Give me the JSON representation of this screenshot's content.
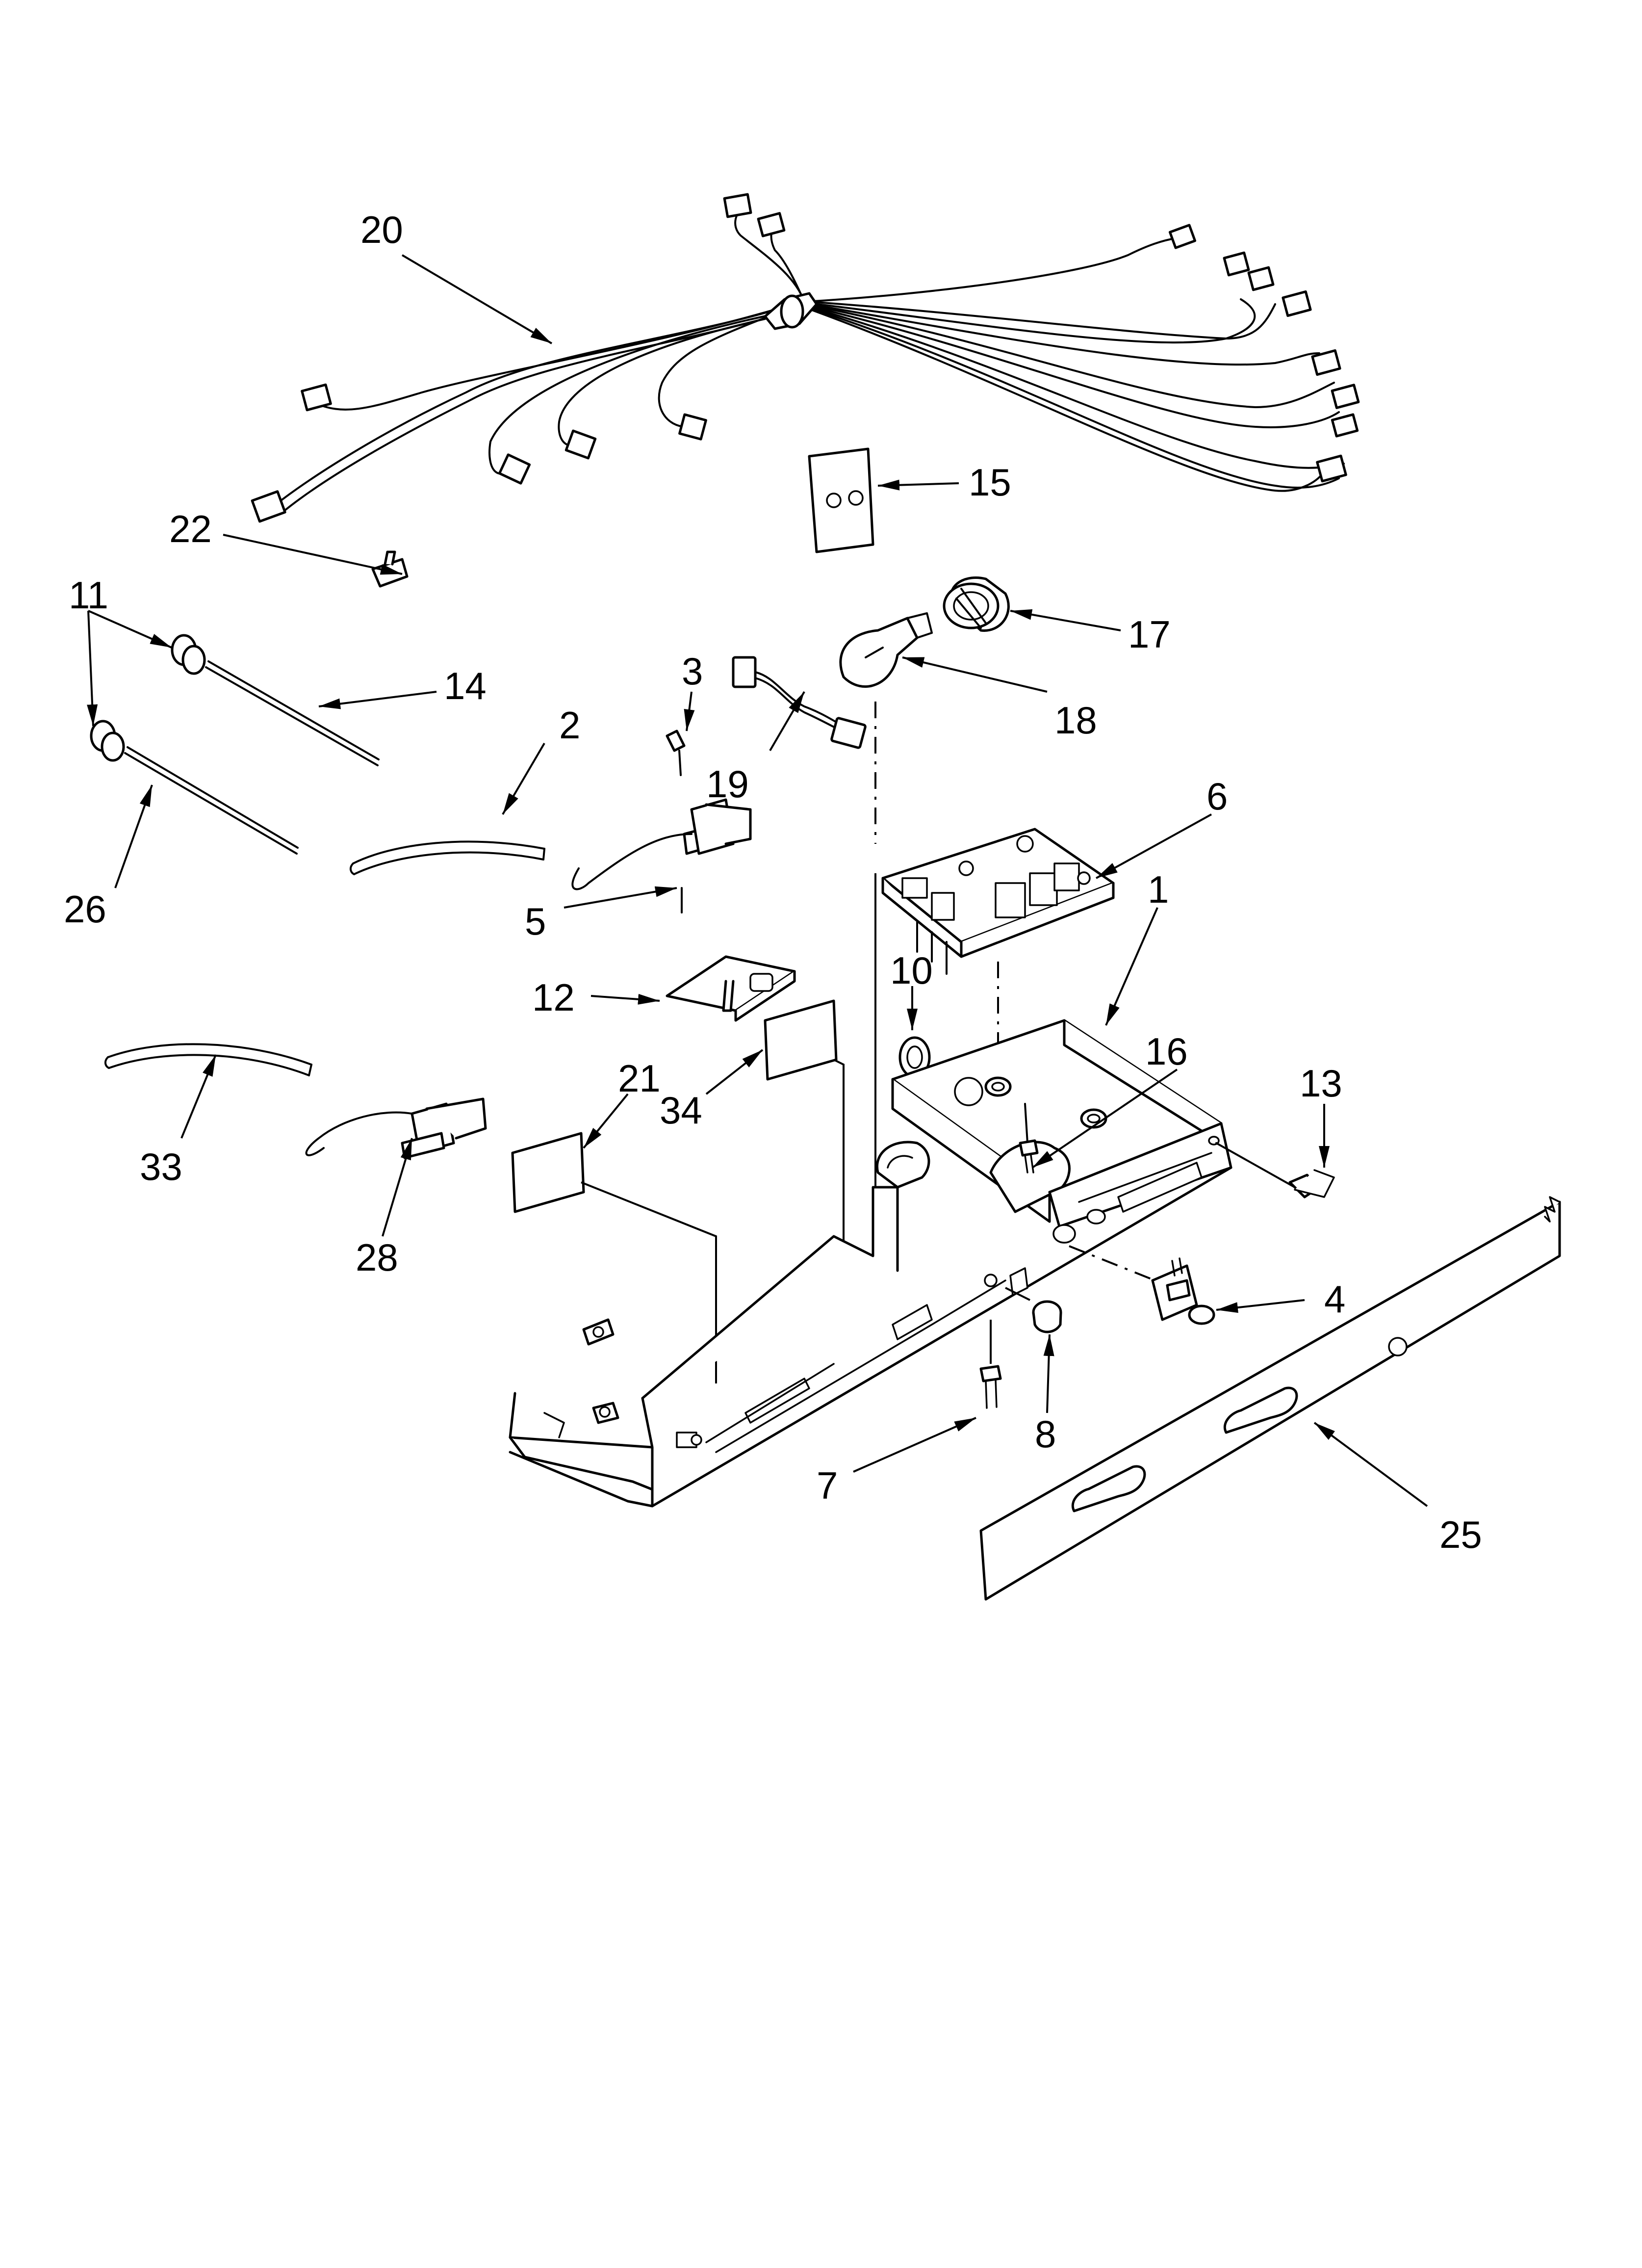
{
  "callouts": {
    "c1": "1",
    "c2": "2",
    "c3": "3",
    "c4": "4",
    "c5": "5",
    "c6": "6",
    "c7": "7",
    "c8": "8",
    "c10": "10",
    "c11": "11",
    "c12": "12",
    "c13": "13",
    "c14": "14",
    "c15": "15",
    "c16": "16",
    "c17": "17",
    "c18": "18",
    "c19": "19",
    "c20": "20",
    "c21": "21",
    "c22": "22",
    "c25": "25",
    "c26": "26",
    "c28": "28",
    "c33": "33",
    "c34": "34"
  }
}
